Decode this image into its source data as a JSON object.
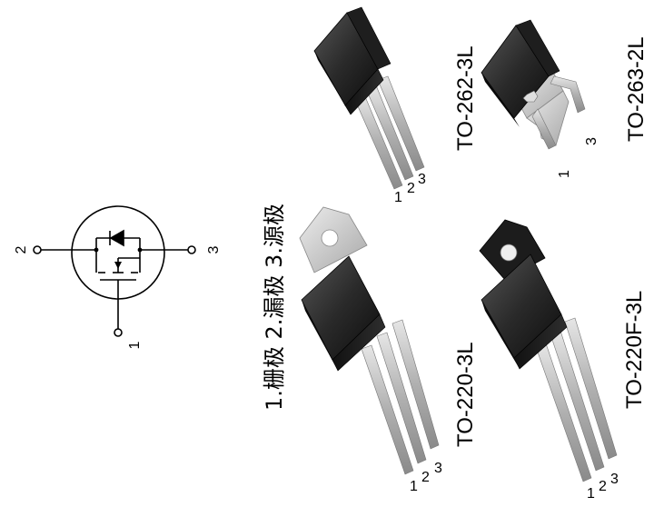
{
  "schematic": {
    "pin_gate": "1",
    "pin_drain": "2",
    "pin_source": "3"
  },
  "legend": "1.栅极  2.漏极  3.源极",
  "packages": [
    {
      "name": "TO-220-3L",
      "pins": [
        "1",
        "2",
        "3"
      ]
    },
    {
      "name": "TO-220F-3L",
      "pins": [
        "1",
        "2",
        "3"
      ]
    },
    {
      "name": "TO-262-3L",
      "pins": [
        "1",
        "2",
        "3"
      ]
    },
    {
      "name": "TO-263-2L",
      "pins": [
        "1",
        "3"
      ]
    }
  ],
  "colors": {
    "line": "#000000",
    "body_dark": "#1a1a1a",
    "lead_gray": "#b8b8b8",
    "tab_gray": "#c8c8c8"
  }
}
